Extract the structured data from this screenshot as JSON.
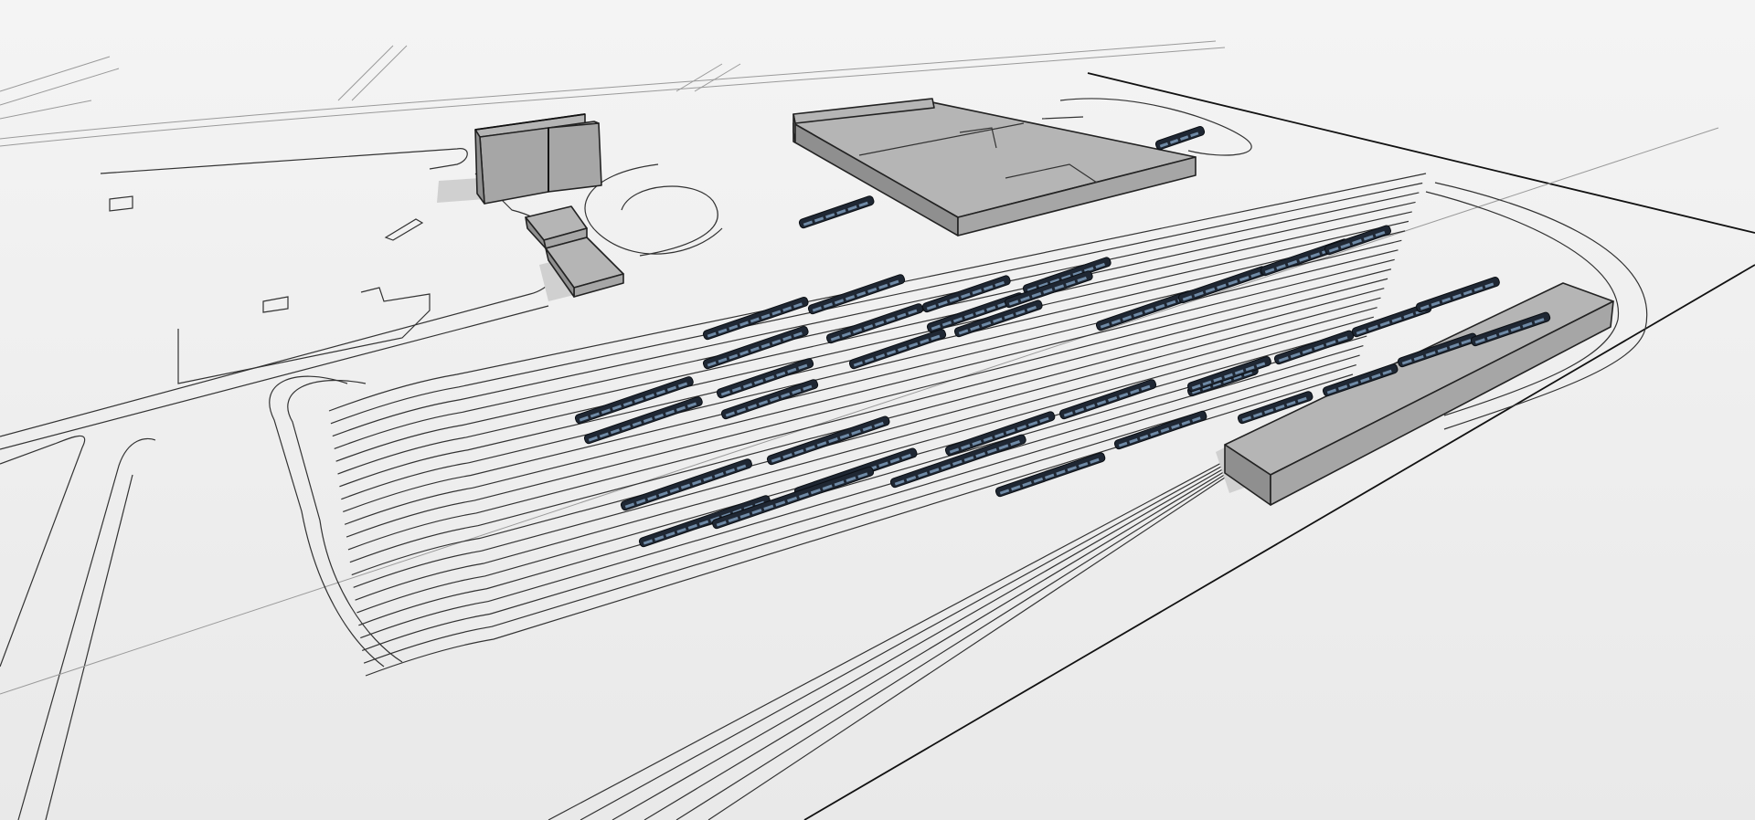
{
  "colors": {
    "background": "#f1f1f1",
    "ground_gradient_top": "#f4f4f4",
    "ground_gradient_bottom": "#e9e9e9",
    "building_top": "#b5b5b5",
    "building_side": "#8f8f8f",
    "building_front": "#a6a6a6",
    "shadow": "#d0d0d0",
    "tram_body": "#1f2733",
    "tram_window": "#6f8aa6",
    "track_line": "#333333"
  },
  "scene": {
    "buildings": [
      {
        "name": "main-depot-hall"
      },
      {
        "name": "office-block-left"
      },
      {
        "name": "office-block-right"
      },
      {
        "name": "small-shed-upper"
      },
      {
        "name": "small-shed-lower"
      },
      {
        "name": "long-maintenance-shed"
      }
    ],
    "tram_count": 36
  }
}
